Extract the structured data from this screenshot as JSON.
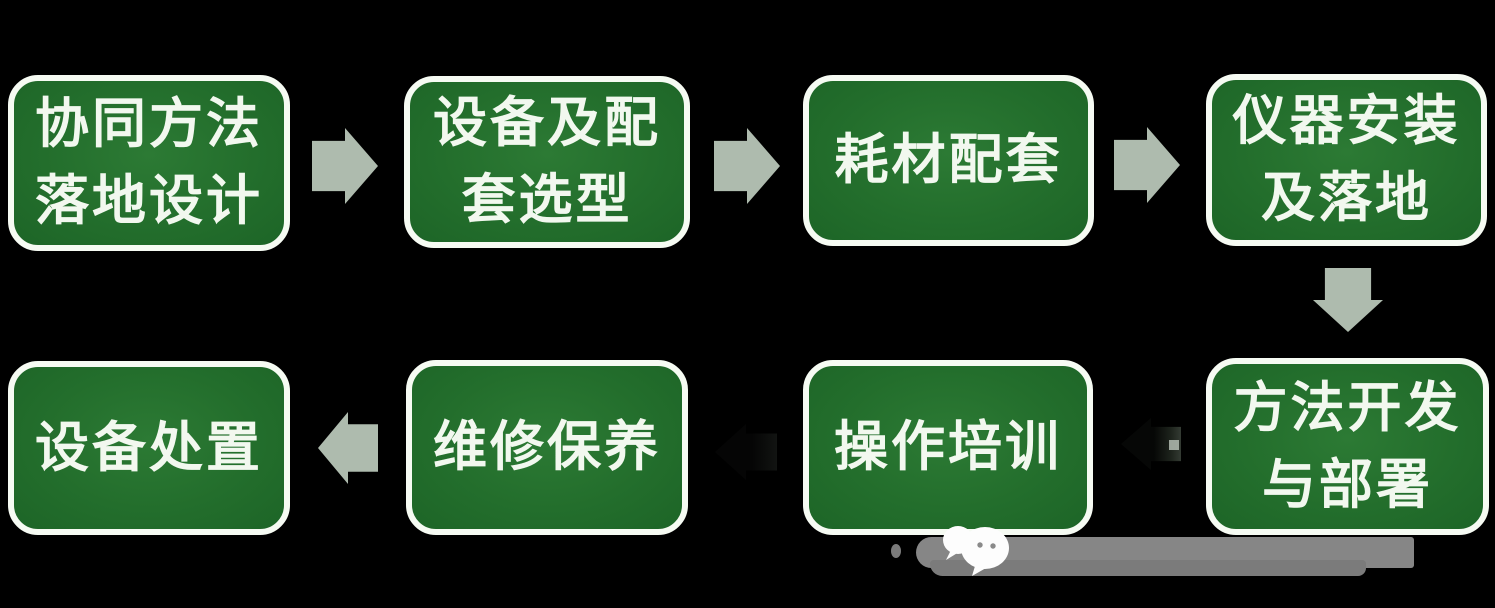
{
  "background": "#000000",
  "colors": {
    "box_fill": "#236e2c",
    "box_border": "#f6fbf3",
    "box_text": "#f2f8ef",
    "arrow_light": "#aebbae",
    "arrow_dark": "#0b0d0b",
    "watermark_gray": "#868686",
    "wechat_white": "#fdfdfd"
  },
  "flow": {
    "boxes": [
      {
        "id": "collab-method-design",
        "lines": [
          "协同方法",
          "落地设计"
        ]
      },
      {
        "id": "equipment-selection",
        "lines": [
          "设备及配",
          "套选型"
        ]
      },
      {
        "id": "consumables-matching",
        "lines": [
          "耗材配套"
        ]
      },
      {
        "id": "instrument-install",
        "lines": [
          "仪器安装",
          "及落地"
        ]
      },
      {
        "id": "method-dev-deploy",
        "lines": [
          "方法开发",
          "与部署"
        ]
      },
      {
        "id": "operation-training",
        "lines": [
          "操作培训"
        ]
      },
      {
        "id": "maintenance",
        "lines": [
          "维修保养"
        ]
      },
      {
        "id": "equipment-disposal",
        "lines": [
          "设备处置"
        ]
      }
    ],
    "arrows": [
      {
        "id": "arrow-1",
        "from": "collab-method-design",
        "to": "equipment-selection",
        "direction": "right",
        "style": "light"
      },
      {
        "id": "arrow-2",
        "from": "equipment-selection",
        "to": "consumables-matching",
        "direction": "right",
        "style": "light"
      },
      {
        "id": "arrow-3",
        "from": "consumables-matching",
        "to": "instrument-install",
        "direction": "right",
        "style": "light"
      },
      {
        "id": "arrow-4",
        "from": "instrument-install",
        "to": "method-dev-deploy",
        "direction": "down",
        "style": "light"
      },
      {
        "id": "arrow-5",
        "from": "method-dev-deploy",
        "to": "operation-training",
        "direction": "left",
        "style": "dark"
      },
      {
        "id": "arrow-6",
        "from": "operation-training",
        "to": "maintenance",
        "direction": "left",
        "style": "dark"
      },
      {
        "id": "arrow-7",
        "from": "maintenance",
        "to": "equipment-disposal",
        "direction": "left",
        "style": "light"
      }
    ]
  },
  "watermark": {
    "icon": "wechat-logo",
    "band": "gray-strip"
  }
}
